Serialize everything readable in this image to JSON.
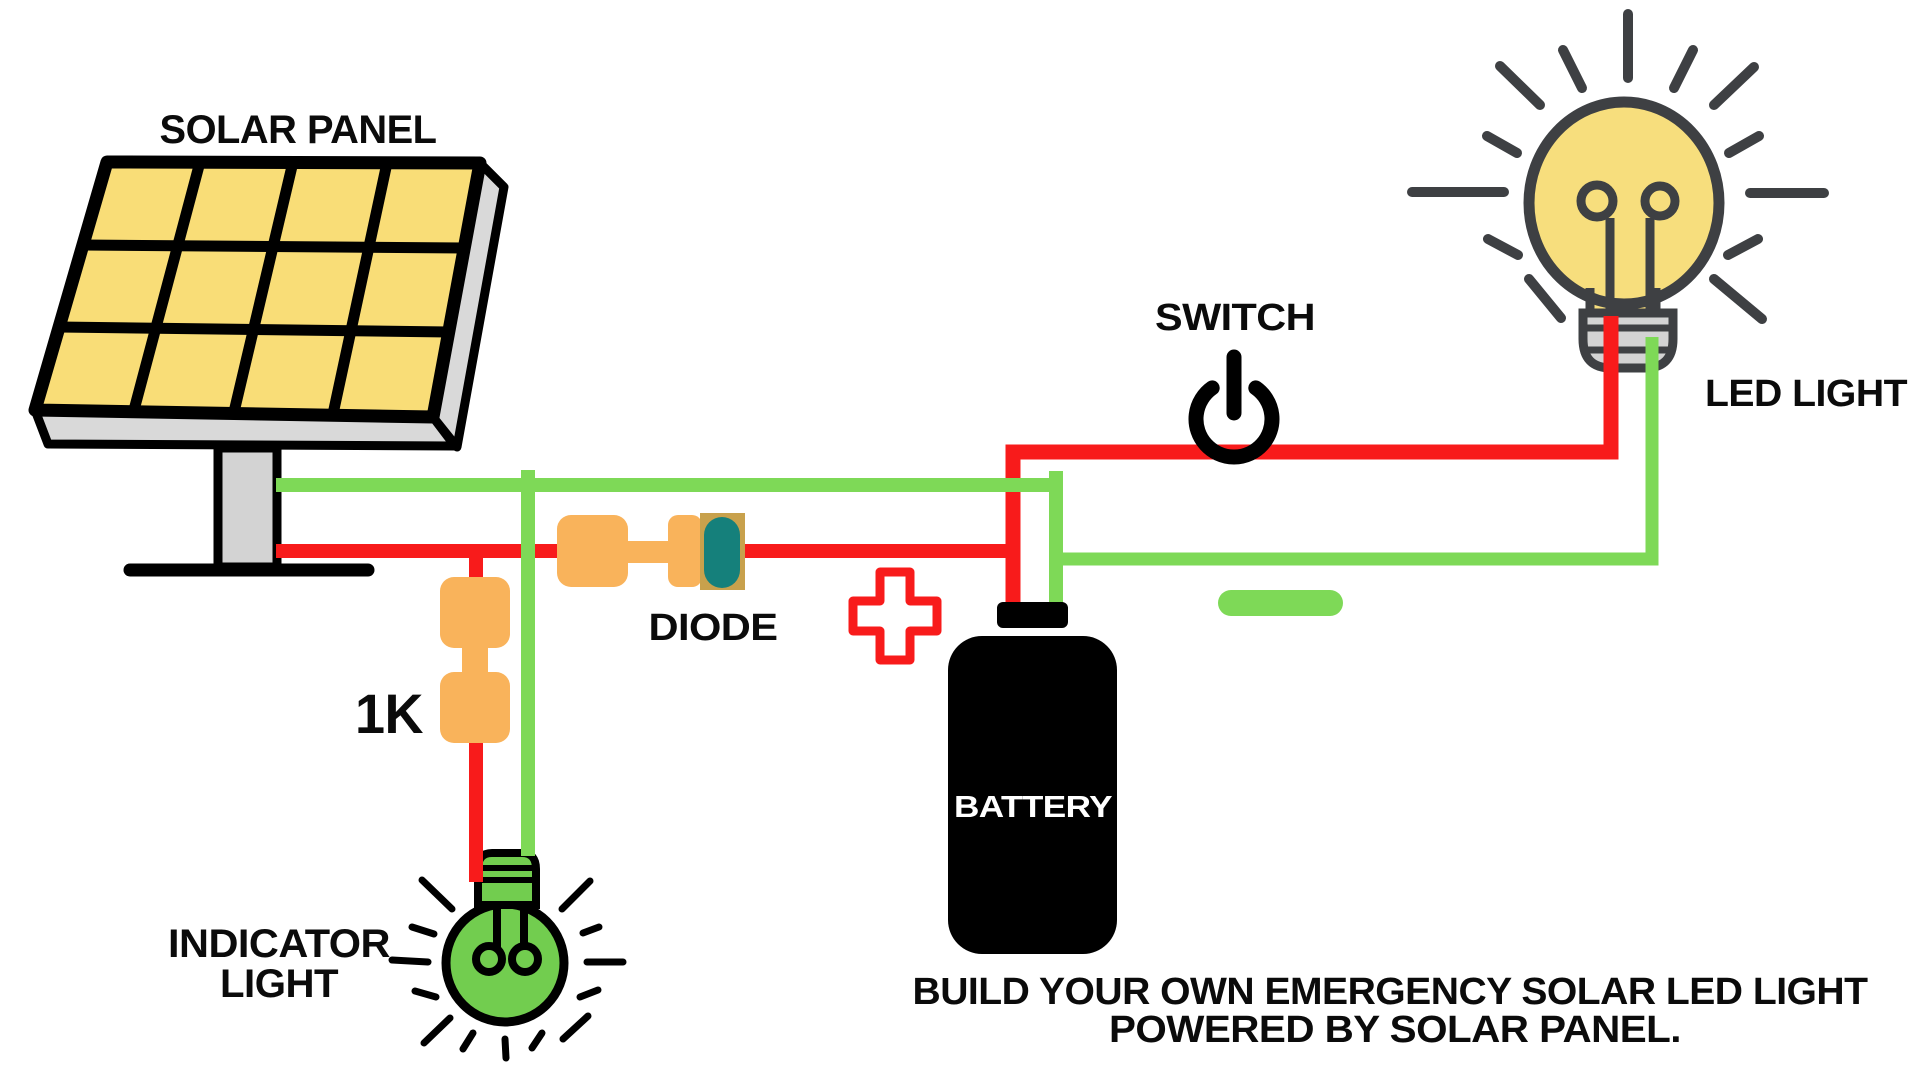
{
  "diagram": {
    "labels": {
      "solar_panel": "SOLAR PANEL",
      "switch": "SWITCH",
      "led_light": "LED LIGHT",
      "diode": "DIODE",
      "resistor_value": "1K",
      "indicator_line1": "INDICATOR",
      "indicator_line2": "LIGHT",
      "battery": "BATTERY"
    },
    "caption": {
      "line1": "BUILD YOUR OWN EMERGENCY SOLAR LED LIGHT",
      "line2": "POWERED BY SOLAR PANEL."
    },
    "icons": [
      "solar-panel-icon",
      "led-bulb-icon",
      "indicator-bulb-icon",
      "power-switch-icon",
      "diode-icon",
      "resistor-icon",
      "battery-icon",
      "plus-terminal-icon",
      "minus-terminal-icon"
    ]
  },
  "colors": {
    "wire_red": "#F81B1B",
    "wire_green": "#7ED957",
    "component_orange": "#F9B35B",
    "diode_teal": "#15807B",
    "diode_tan": "#C8A14C",
    "panel_yellow": "#F9DD77",
    "bulb_yellow": "#F7DE7D",
    "bulb_green": "#72CD4F",
    "metal_gray": "#D9D9D9",
    "base_gray": "#D3D3D3",
    "outline_dark": "#3E4043",
    "text_black": "#0B0B0B"
  }
}
